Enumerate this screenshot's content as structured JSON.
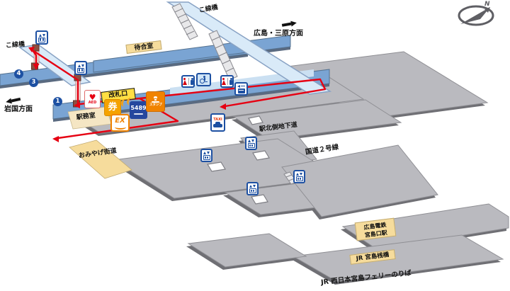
{
  "compass": {
    "north": "N"
  },
  "directions": {
    "iwakuni": "岩国方面",
    "hiroshima_mihara": "広島・三原方面"
  },
  "bridges": {
    "top": "こ線橋",
    "left": "こ線橋"
  },
  "platforms": {
    "waiting_room": "待合室",
    "number_4": "4",
    "number_3": "3",
    "number_1": "1"
  },
  "concourse": {
    "ticket_gate": "改札口",
    "station_office": "駅務室",
    "aed": "AED",
    "ticket_machine": "券",
    "midori_5489": "5489",
    "ex_reservation": "EX",
    "stamp": "スタンプ",
    "taxi": "TAXI"
  },
  "areas": {
    "omiyage_kaido": "おみやげ街道",
    "north_underpass": "駅北側地下道",
    "route_2": "国道２号線",
    "hiroden_line1": "広島電鉄",
    "hiroden_line2": "宮島口駅",
    "jr_miyajima_pier": "JR 宮島桟橋",
    "ferry_terminal": "JR 西日本宮島フェリーのりば"
  },
  "colors": {
    "route_red": "#e60012",
    "platform_blue": "#7aa4d3",
    "bridge_blue": "#d9eaf8",
    "slab_gray": "#bababf",
    "chip_yellow": "#f6dc9c",
    "icon_blue": "#1d50a2",
    "accent_orange": "#f08300"
  }
}
